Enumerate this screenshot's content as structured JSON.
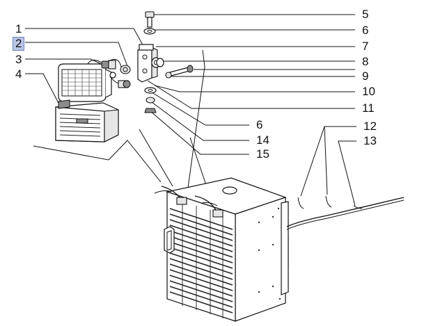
{
  "callouts": [
    {
      "id": "c1",
      "text": "1",
      "highlighted": false
    },
    {
      "id": "c2",
      "text": "2",
      "highlighted": true
    },
    {
      "id": "c3",
      "text": "3",
      "highlighted": false
    },
    {
      "id": "c4",
      "text": "4",
      "highlighted": false
    },
    {
      "id": "c5",
      "text": "5",
      "highlighted": false
    },
    {
      "id": "c6a",
      "text": "6",
      "highlighted": false
    },
    {
      "id": "c7",
      "text": "7",
      "highlighted": false
    },
    {
      "id": "c8",
      "text": "8",
      "highlighted": false
    },
    {
      "id": "c9",
      "text": "9",
      "highlighted": false
    },
    {
      "id": "c10",
      "text": "10",
      "highlighted": false
    },
    {
      "id": "c11",
      "text": "11",
      "highlighted": false
    },
    {
      "id": "c6b",
      "text": "6",
      "highlighted": false
    },
    {
      "id": "c14",
      "text": "14",
      "highlighted": false
    },
    {
      "id": "c15",
      "text": "15",
      "highlighted": false
    },
    {
      "id": "c12",
      "text": "12",
      "highlighted": false
    },
    {
      "id": "c13",
      "text": "13",
      "highlighted": false
    }
  ],
  "colors": {
    "line": "#111111",
    "highlight": "#b9c6e6",
    "background": "#ffffff"
  }
}
